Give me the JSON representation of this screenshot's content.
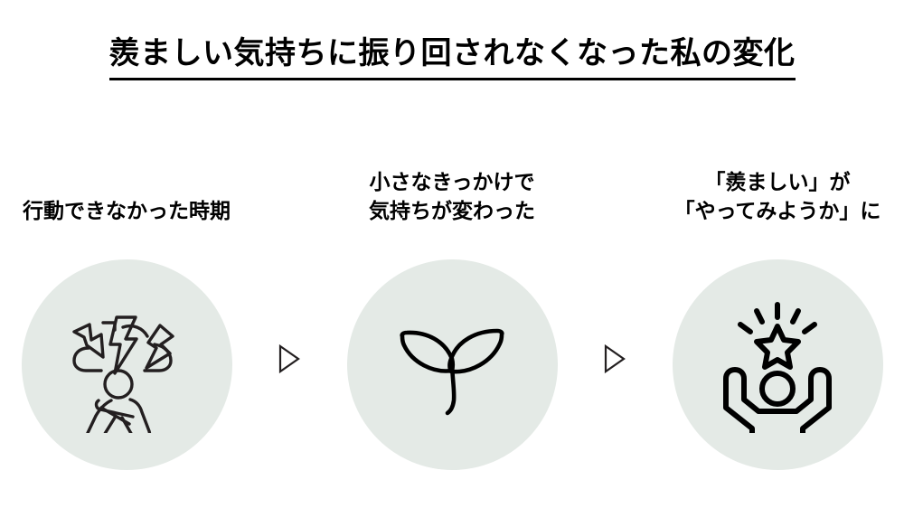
{
  "page": {
    "background_color": "#ffffff",
    "text_color": "#000000",
    "circle_color": "#e4eae6",
    "icon_stroke_color": "#231f20"
  },
  "title": {
    "text": "羨ましい気持ちに振り回されなくなった私の変化",
    "underlined": true
  },
  "flow": {
    "steps": [
      {
        "label_line1": "行動できなかった時期",
        "label_line2": "",
        "icon": "stressed-person-storm-cloud-icon"
      },
      {
        "label_line1": "小さなきっかけで",
        "label_line2": "気持ちが変わった",
        "icon": "sprout-seedling-icon"
      },
      {
        "label_line1": "「羨ましい」が",
        "label_line2": "「やってみようか」に",
        "icon": "person-celebrating-star-icon"
      }
    ],
    "separators": [
      {
        "icon": "triangle-right-arrow-icon"
      },
      {
        "icon": "triangle-right-arrow-icon"
      }
    ]
  }
}
